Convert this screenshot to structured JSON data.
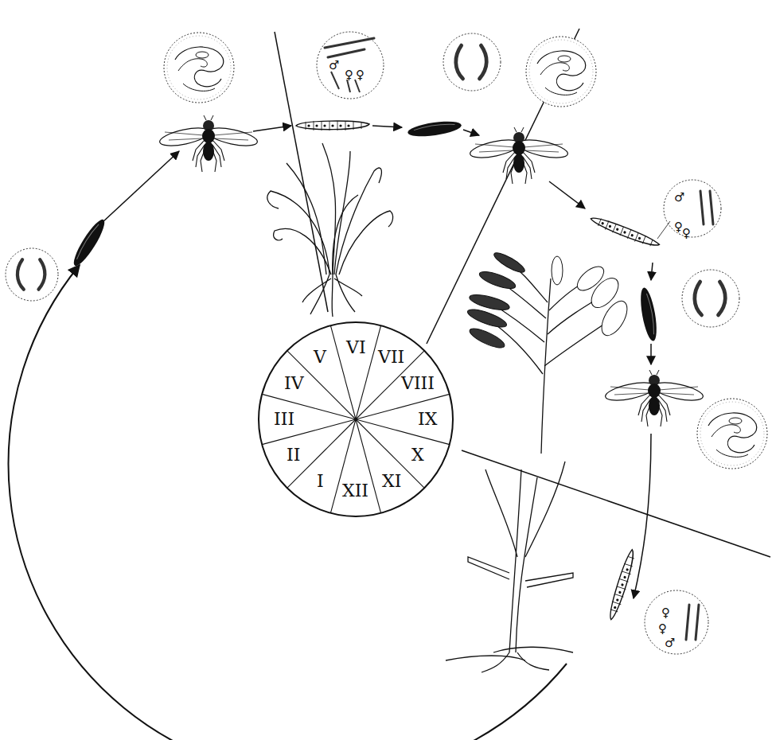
{
  "diagram": {
    "labels": [
      "I",
      "II",
      "III",
      "IV",
      "V",
      "VI",
      "VII",
      "VIII",
      "IX",
      "X",
      "XI",
      "XII",
      "♂",
      "♀",
      "♀",
      "♂",
      "♀",
      "♀",
      "♀",
      "♀",
      "♂"
    ]
  }
}
